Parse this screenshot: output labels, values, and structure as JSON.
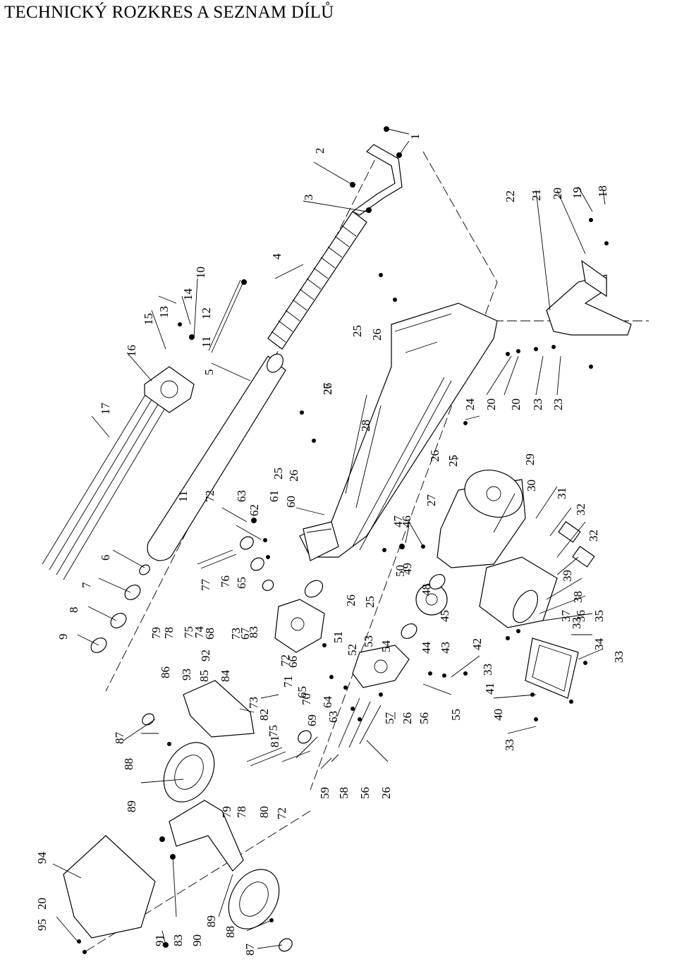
{
  "header": {
    "title": "TECHNICKÝ ROZKRES A SEZNAM DÍLŮ"
  },
  "diagram": {
    "labels": [
      "1",
      "2",
      "3",
      "4",
      "5",
      "6",
      "7",
      "8",
      "9",
      "10",
      "11",
      "11",
      "12",
      "13",
      "14",
      "15",
      "16",
      "17",
      "18",
      "19",
      "20",
      "20",
      "20",
      "20",
      "21",
      "22",
      "23",
      "23",
      "24",
      "25",
      "25",
      "25",
      "25",
      "26",
      "26",
      "26",
      "26",
      "26",
      "26",
      "26",
      "27",
      "27",
      "28",
      "29",
      "30",
      "31",
      "32",
      "32",
      "33",
      "33",
      "33",
      "33",
      "34",
      "35",
      "36",
      "37",
      "38",
      "39",
      "40",
      "41",
      "42",
      "43",
      "44",
      "45",
      "46",
      "47",
      "48",
      "49",
      "50",
      "51",
      "52",
      "53",
      "54",
      "55",
      "56",
      "56",
      "57",
      "58",
      "59",
      "60",
      "61",
      "62",
      "63",
      "63",
      "64",
      "65",
      "65",
      "66",
      "67",
      "68",
      "69",
      "70",
      "71",
      "72",
      "72",
      "72",
      "73",
      "73",
      "74",
      "75",
      "75",
      "76",
      "77",
      "78",
      "78",
      "79",
      "79",
      "80",
      "81",
      "82",
      "83",
      "83",
      "84",
      "85",
      "86",
      "87",
      "87",
      "88",
      "88",
      "89",
      "89",
      "90",
      "91",
      "92",
      "93",
      "94",
      "95"
    ]
  }
}
